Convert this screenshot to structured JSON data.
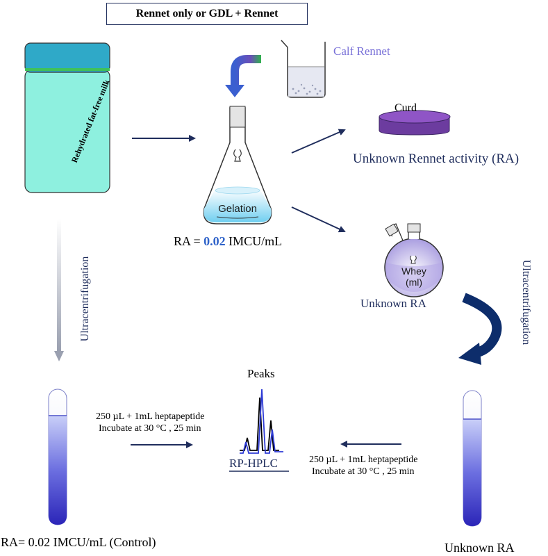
{
  "header": {
    "box_label": "Rennet only or GDL + Rennet"
  },
  "milk": {
    "label": "Rehydrated fat-free milk"
  },
  "rennet": {
    "label": "Calf Rennet"
  },
  "flask": {
    "label": "Gelation",
    "ra_prefix": "RA = ",
    "ra_value": "0.02",
    "ra_unit": " IMCU/mL"
  },
  "curd": {
    "label": "Curd",
    "caption": "Unknown Rennet activity (RA)"
  },
  "whey": {
    "label_line1": "Whey",
    "label_line2": "(ml)",
    "caption": "Unknown RA"
  },
  "left_arrow": {
    "label": "Ultracentrifugation"
  },
  "right_arrow": {
    "label": "Ultracentrifugation"
  },
  "hplc": {
    "peaks_label": "Peaks",
    "label": "RP-HPLC"
  },
  "left_step": {
    "line1": "250 µL + 1mL heptapeptide",
    "line2": "Incubate at 30 °C , 25 min"
  },
  "right_step": {
    "line1": "250 µL + 1mL heptapeptide",
    "line2": "Incubate at 30 °C , 25 min"
  },
  "control_tube": {
    "caption": "RA= 0.02 IMCU/mL (Control)"
  },
  "unknown_tube": {
    "caption": "Unknown RA"
  },
  "colors": {
    "navy": "#1f2d5c",
    "teal": "#8ef0df",
    "blue": "#2e62c9",
    "purple": "#7b35a6"
  }
}
